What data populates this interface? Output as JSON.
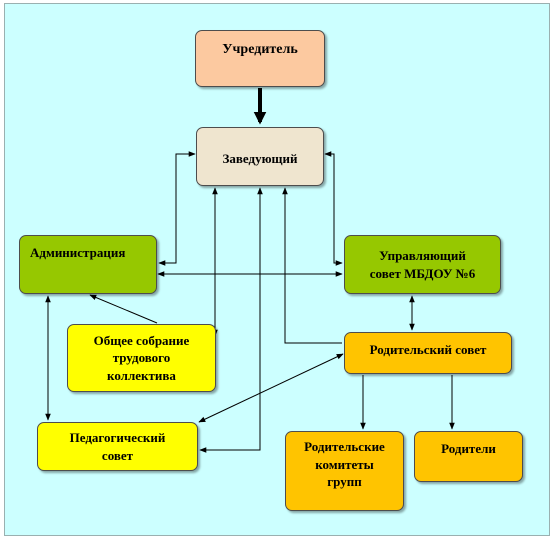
{
  "diagram": {
    "nodes": {
      "founder": "Учредитель",
      "head": "Заведующий",
      "administration": "Администрация",
      "governing_council": "Управляющий\nсовет МБДОУ №6",
      "general_meeting": "Общее собрание\nтрудового\nколлектива",
      "parents_council": "Родительский совет",
      "pedagogical_council": "Педагогический\nсовет",
      "group_parent_committees": "Родительские\nкомитеты\nгрупп",
      "parents": "Родители"
    },
    "colors": {
      "background": "#ccffff",
      "founder_fill": "#fcc9a0",
      "head_fill": "#efe5cf",
      "green_fill": "#96c800",
      "yellow_fill": "#ffff00",
      "orange_fill": "#ffc400"
    }
  }
}
